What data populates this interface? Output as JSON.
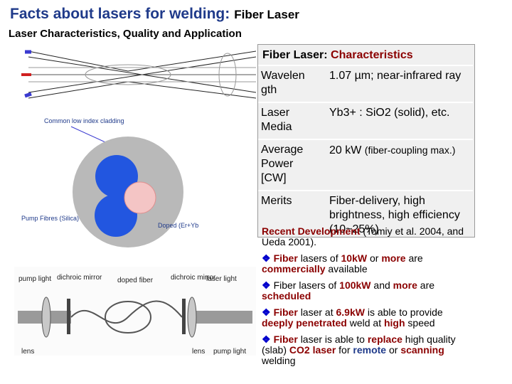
{
  "header": {
    "title": "Facts about lasers for welding:",
    "title_suffix": "Fiber Laser",
    "subtitle": "Laser Characteristics, Quality and Application"
  },
  "figure_top": {
    "label_cladding": "Common low index cladding",
    "label_pump": "Pump Fibres (Silica)",
    "label_doped": "Doped (Er+Yb"
  },
  "figure_bottom": {
    "pump_light_left": "pump light",
    "dichroic_mirror_left": "dichroic mirror",
    "lens_left": "lens",
    "doped_fiber": "doped fiber",
    "dichroic_mirror_right": "dichroic mirror",
    "laser_light": "laser light",
    "lens_right": "lens",
    "pump_light_right": "pump light"
  },
  "panel": {
    "heading_prefix": "Fiber Laser:",
    "heading_accent": "Characteristics",
    "rows": [
      {
        "key": "Wavelen gth",
        "value": "1.07 µm; near-infrared ray"
      },
      {
        "key": "Laser Media",
        "value": "Yb3+ : SiO2 (solid), etc."
      },
      {
        "key": "Average Power [CW]",
        "value": "20 kW",
        "value_small": "(fiber-coupling max.)"
      },
      {
        "key": "Merits",
        "value": "Fiber-delivery, high brightness, high efficiency (10~25%)"
      }
    ]
  },
  "notes": {
    "recent_label": "Recent Development",
    "recent_tail": "(Tomiy et al. 2004, and Ueda 2001).",
    "b1_a": "Fiber",
    "b1_b": "lasers of",
    "b1_c": "10kW",
    "b1_d": "or",
    "b1_e": "more",
    "b1_f": "are",
    "b1_g": "commercially",
    "b1_h": "available",
    "b2_a": "Fiber lasers of",
    "b2_b": "100kW",
    "b2_c": "and",
    "b2_d": "more",
    "b2_e": "are",
    "b2_f": "scheduled",
    "b3_a": "Fiber",
    "b3_b": "laser at",
    "b3_c": "6.9kW",
    "b3_d": "is able to provide",
    "b3_e": "deeply penetrated",
    "b3_f": "weld at",
    "b3_g": "high",
    "b3_h": "speed",
    "b4_a": "Fiber",
    "b4_b": "laser is able to",
    "b4_c": "replace",
    "b4_d": "high quality (slab)",
    "b4_e": "CO2 laser",
    "b4_f": "for",
    "b4_g": "remote",
    "b4_h": "or",
    "b4_i": "scanning",
    "b4_j": "welding"
  }
}
